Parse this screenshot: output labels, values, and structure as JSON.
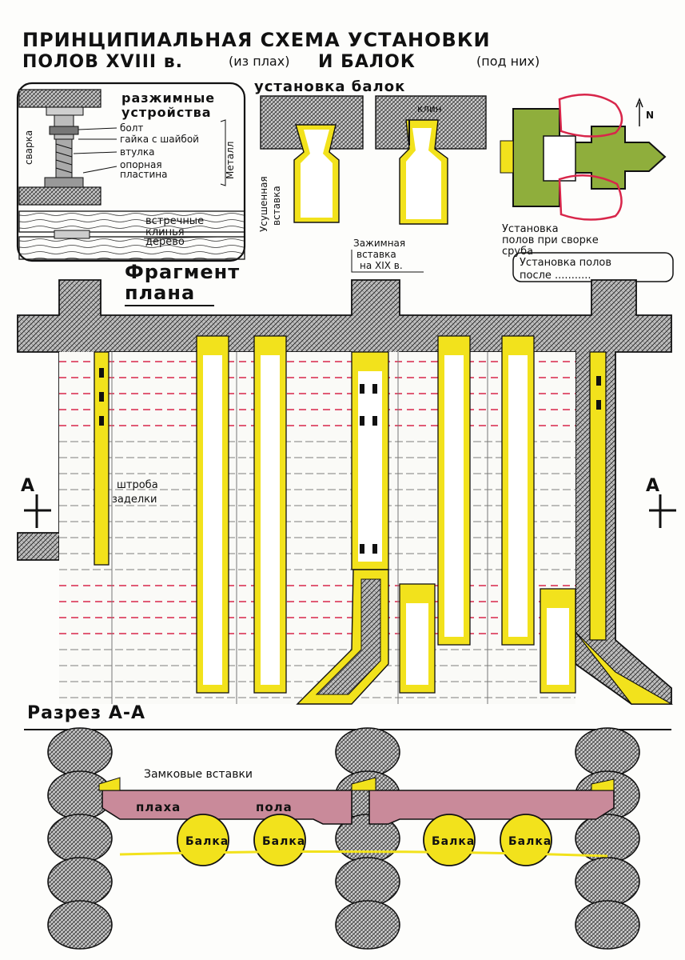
{
  "title": {
    "line1": "ПРИНЦИПИАЛЬНАЯ СХЕМА УСТАНОВКИ",
    "line2a": "ПОЛОВ XVIII в.",
    "line2b": "(из плах)",
    "line2c": "И БАЛОК",
    "line2d": "(под них)"
  },
  "clamp_detail": {
    "heading1": "разжимные",
    "heading2": "устройства",
    "weld": "сварка",
    "metal": "Металл",
    "items": [
      "болт",
      "гайка с шайбой",
      "втулка",
      "опорная",
      "пластина"
    ],
    "wedges1": "встречные",
    "wedges2": "клинья",
    "wood": "дерево"
  },
  "beam_install": {
    "heading": "установка балок",
    "wedge": "клин",
    "dried1": "Усушенная",
    "dried2": "вставка",
    "clamp1": "Зажимная",
    "clamp2": "вставка",
    "clamp3": "на XIX в."
  },
  "site_plan": {
    "north": "N",
    "note1a": "Установка",
    "note1b": "полов при сворке",
    "note1c": "сруба",
    "note2a": "Установка полов",
    "note2b": "после ..........."
  },
  "plan_fragment": {
    "heading1": "Фрагмент",
    "heading2": "плана",
    "groove1": "штроба",
    "groove2": "заделки",
    "section_mark": "А"
  },
  "section": {
    "heading": "Разрез А-А",
    "lock_inserts": "Замковые вставки",
    "plank_left": "плаха",
    "plank_right": "пола",
    "beams": [
      "Балка",
      "Балка",
      "Балка",
      "Балка"
    ]
  },
  "colors": {
    "ink": "#111111",
    "yellow": "#f2e21c",
    "red": "#d8264a",
    "green": "#8fae3c",
    "maroon": "#8a1f3a",
    "gray": "#9a9a9a"
  }
}
